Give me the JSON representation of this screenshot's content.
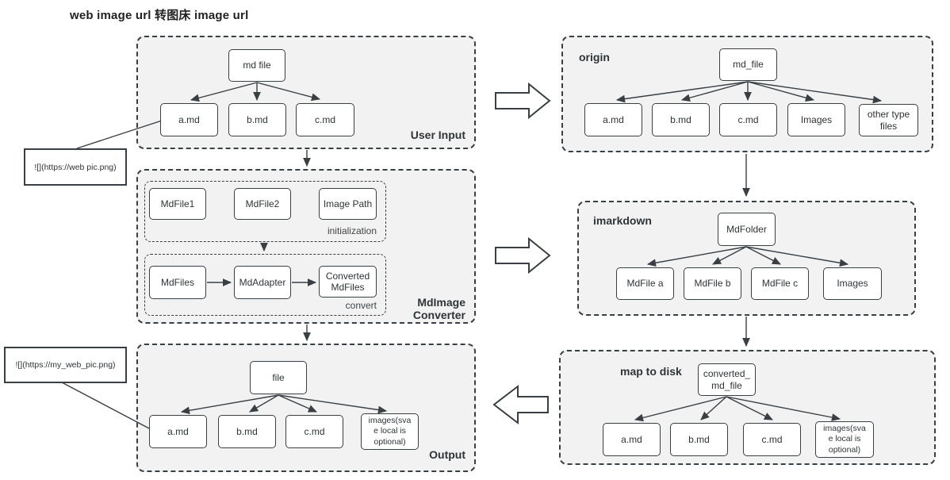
{
  "title": "web image url 转图床 image url",
  "colors": {
    "line": "#3a3f44",
    "container_fill": "#f2f2f2",
    "node_fill": "#ffffff",
    "text": "#2f3437"
  },
  "notes": {
    "web_pic": "![](https://web pic.png)",
    "my_web_pic": "![](https://my_web_pic.png)"
  },
  "sections": {
    "user_input": {
      "label": "User Input",
      "root": "md file",
      "children": [
        "a.md",
        "b.md",
        "c.md"
      ]
    },
    "converter": {
      "label": "MdImage\nConverter",
      "init": {
        "label": "initialization",
        "items": [
          "MdFile1",
          "MdFile2",
          "Image Path"
        ]
      },
      "convert": {
        "label": "convert",
        "items": [
          "MdFiles",
          "MdAdapter",
          "Converted\nMdFiles"
        ]
      }
    },
    "output": {
      "label": "Output",
      "root": "file",
      "children": [
        "a.md",
        "b.md",
        "c.md",
        "images(sva\ne local is\noptional)"
      ]
    },
    "origin": {
      "label": "origin",
      "root": "md_file",
      "children": [
        "a.md",
        "b.md",
        "c.md",
        "Images",
        "other type\nfiles"
      ]
    },
    "imarkdown": {
      "label": "imarkdown",
      "root": "MdFolder",
      "children": [
        "MdFile a",
        "MdFile b",
        "MdFile c",
        "Images"
      ]
    },
    "map_to_disk": {
      "label": "map to disk",
      "root": "converted_\nmd_file",
      "children": [
        "a.md",
        "b.md",
        "c.md",
        "images(sva\ne local is\noptional)"
      ]
    }
  }
}
